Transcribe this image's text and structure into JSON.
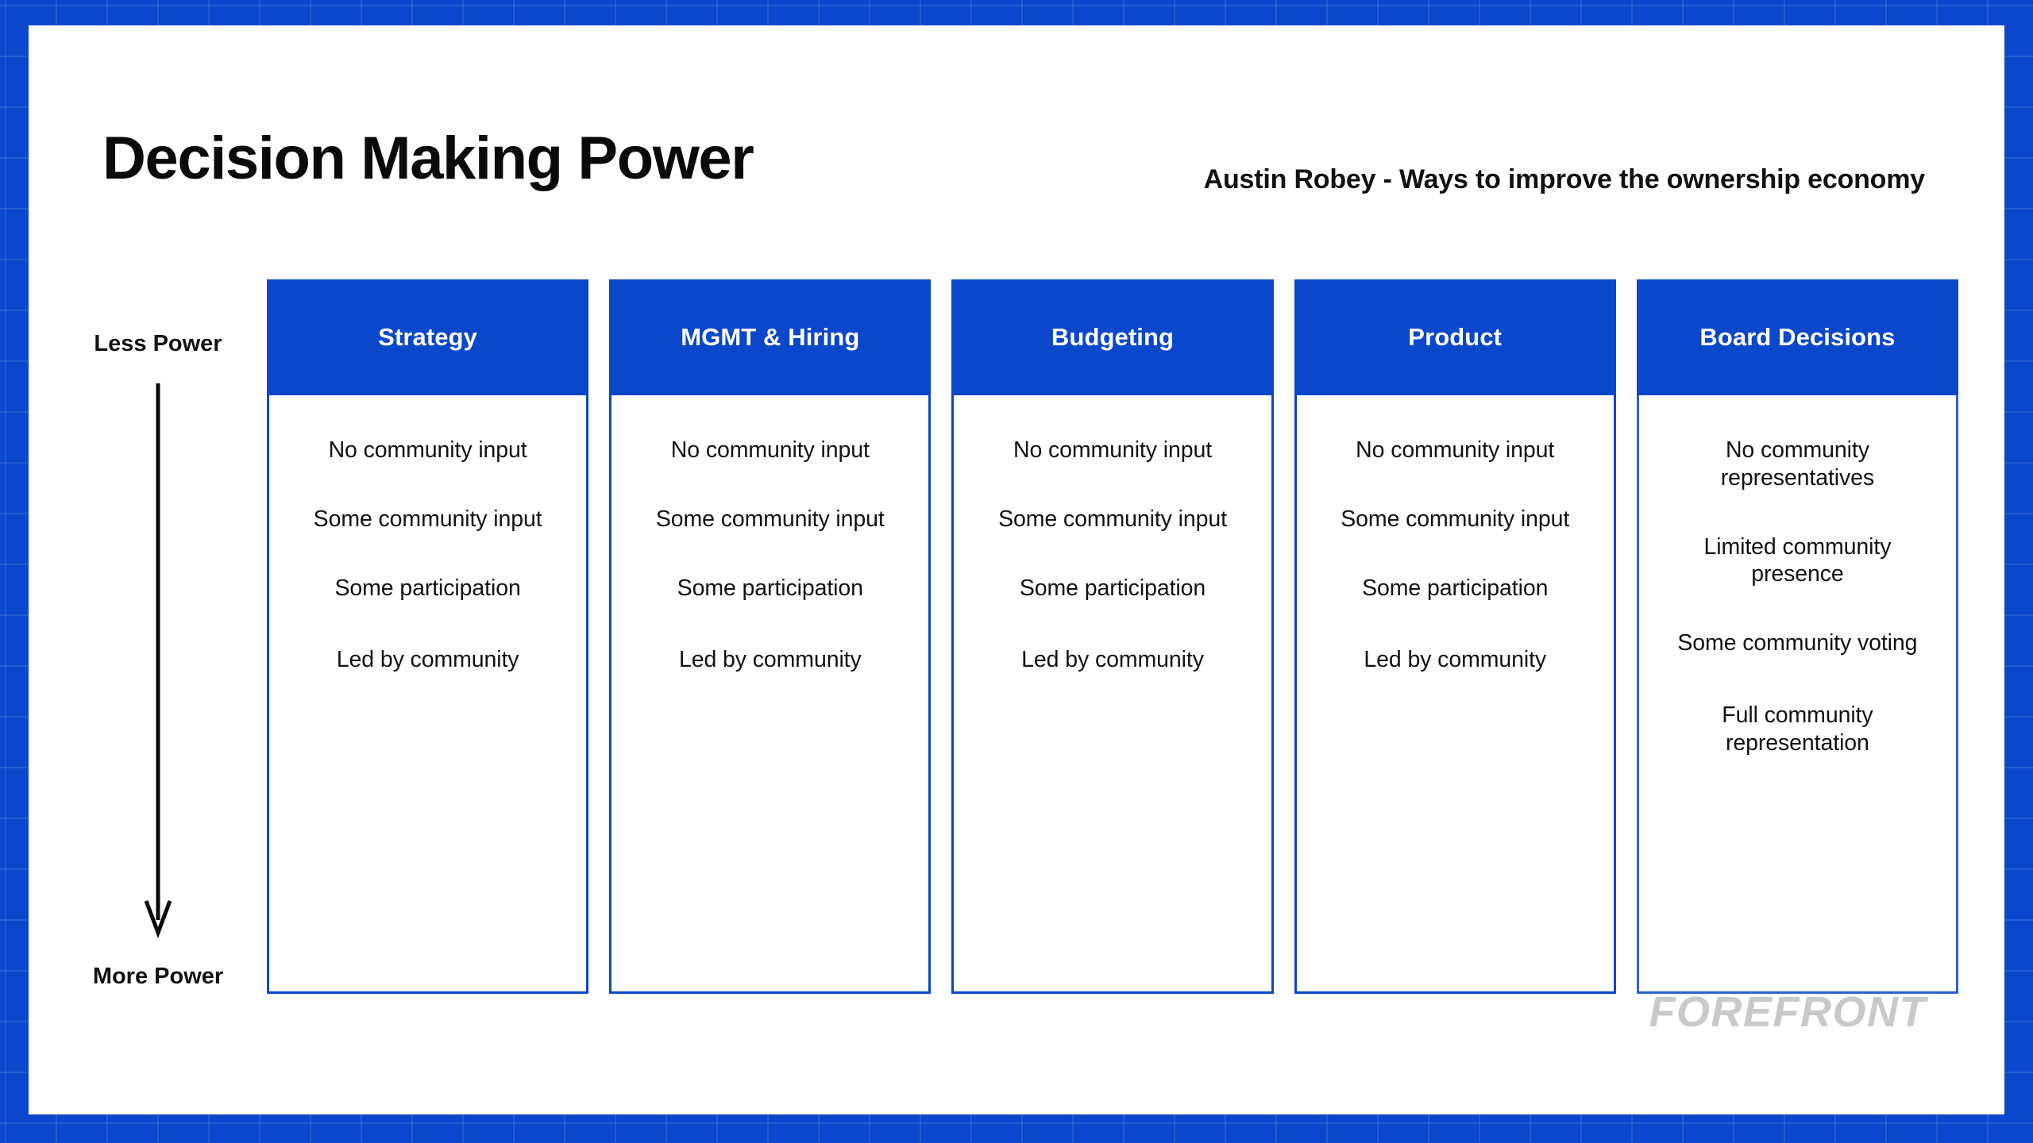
{
  "header": {
    "title": "Decision Making Power",
    "subtitle": "Austin Robey - Ways to improve the ownership economy"
  },
  "axis": {
    "top_label": "Less Power",
    "bottom_label": "More Power",
    "arrow_direction": "down",
    "arrow_icon": "arrow-down-icon"
  },
  "colors": {
    "brand_blue": "#0B47CB",
    "canvas": "#FFFFFF",
    "text": "#121212",
    "header_text": "#FFFFFF",
    "logo_gray": "#C9C9C9"
  },
  "columns": [
    {
      "header": "Strategy",
      "levels": [
        "No community input",
        "Some community input",
        "Some participation",
        "Led by community"
      ]
    },
    {
      "header": "MGMT & Hiring",
      "levels": [
        "No community input",
        "Some community input",
        "Some participation",
        "Led by community"
      ]
    },
    {
      "header": "Budgeting",
      "levels": [
        "No community input",
        "Some community input",
        "Some participation",
        "Led by community"
      ]
    },
    {
      "header": "Product",
      "levels": [
        "No community input",
        "Some community input",
        "Some participation",
        "Led by community"
      ]
    },
    {
      "header": "Board Decisions",
      "levels": [
        "No community representatives",
        "Limited community presence",
        "Some community voting",
        "Full community representation"
      ]
    }
  ],
  "brand": {
    "logo_text": "FOREFRONT"
  }
}
